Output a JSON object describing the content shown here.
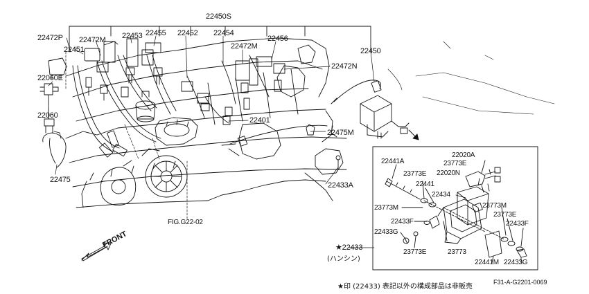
{
  "labels": {
    "l22450S": "22450S",
    "l22472P": "22472P",
    "l22472M_a": "22472M",
    "l22453": "22453",
    "l22455": "22455",
    "l22452": "22452",
    "l22454": "22454",
    "l22456": "22456",
    "l22451": "22451",
    "l22472M_b": "22472M",
    "l22450": "22450",
    "l22060E": "22060E",
    "l22472N": "22472N",
    "l22060": "22060",
    "l22401": "22401",
    "l22475M": "22475M",
    "l22475": "22475",
    "l22433A": "22433A",
    "lFIG": "FIG.G22-02",
    "l22433": "★22433",
    "l22433_paren": "(ハンシン)"
  },
  "inset": {
    "l22020A": "22020A",
    "l22441A": "22441A",
    "l23773E_a": "23773E",
    "l22020N": "22020N",
    "l23773E_b": "23773E",
    "l22441": "22441",
    "l22434": "22434",
    "l23773M_a": "23773M",
    "l23773M_b": "23773M",
    "l23773E_c": "23773E",
    "l22433F_a": "22433F",
    "l22433F_b": "22433F",
    "l22433G_a": "22433G",
    "l23773E_d": "23773E",
    "l23773": "23773",
    "l22441M": "22441M",
    "l22433G_b": "22433G"
  },
  "front": "FRONT",
  "footnote": "★印 (22433) 表記以外の構成部品は非販売",
  "ref_code": "F31-A-G2201-0069",
  "colors": {
    "ink": "#111111",
    "paper": "#ffffff"
  },
  "icons": [
    "front-arrow-icon"
  ]
}
